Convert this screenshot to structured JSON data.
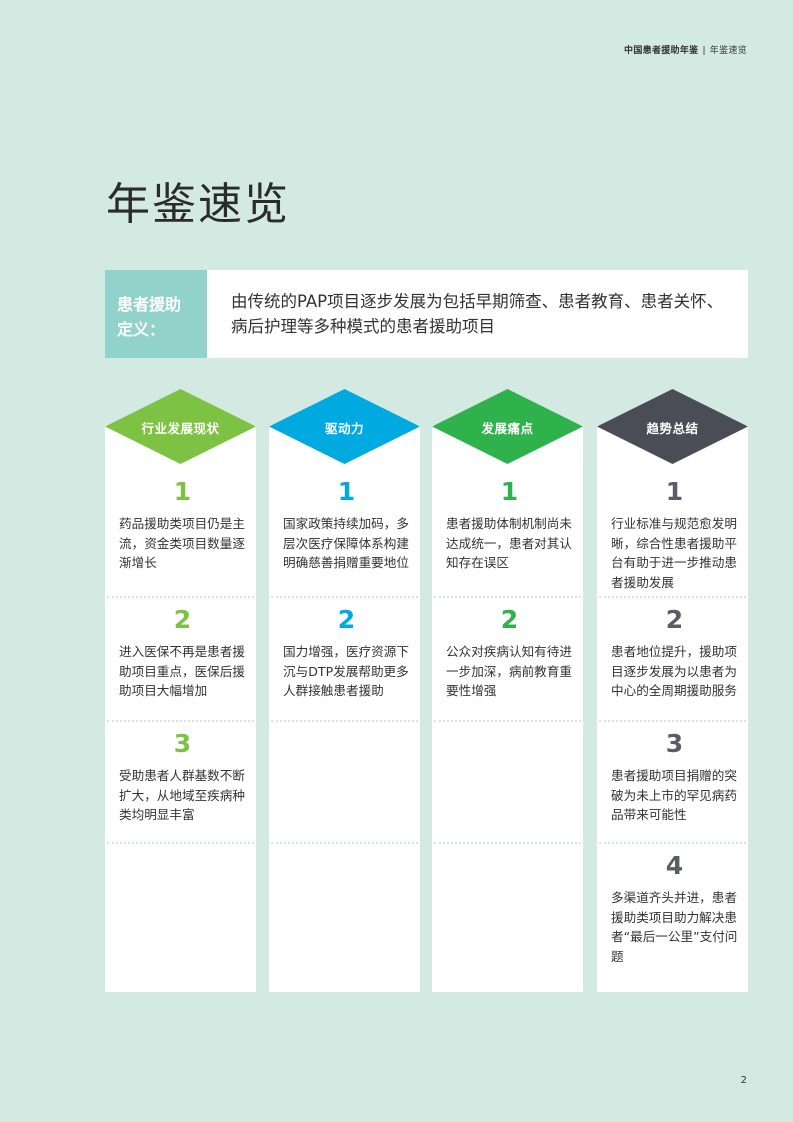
{
  "header": {
    "publication": "中国患者援助年鉴",
    "separator": "|",
    "section": "年鉴速览"
  },
  "page_title": "年鉴速览",
  "definition": {
    "label_line1": "患者援助",
    "label_line2": "定义：",
    "text": "由传统的PAP项目逐步发展为包括早期筛查、患者教育、患者关怀、病后护理等多种模式的患者援助项目"
  },
  "columns": [
    {
      "title": "行业发展现状",
      "color": "#7dc242",
      "items": [
        {
          "num": "1",
          "text": "药品援助类项目仍是主流，资金类项目数量逐渐增长"
        },
        {
          "num": "2",
          "text": "进入医保不再是患者援助项目重点，医保后援助项目大幅增加"
        },
        {
          "num": "3",
          "text": "受助患者人群基数不断扩大，从地域至疾病种类均明显丰富"
        }
      ]
    },
    {
      "title": "驱动力",
      "color": "#00a9e0",
      "items": [
        {
          "num": "1",
          "text": "国家政策持续加码，多层次医疗保障体系构建明确慈善捐赠重要地位"
        },
        {
          "num": "2",
          "text": "国力增强，医疗资源下沉与DTP发展帮助更多人群接触患者援助"
        }
      ]
    },
    {
      "title": "发展痛点",
      "color": "#2fb24c",
      "items": [
        {
          "num": "1",
          "text": "患者援助体制机制尚未达成统一，患者对其认知存在误区"
        },
        {
          "num": "2",
          "text": "公众对疾病认知有待进一步加深，病前教育重要性增强"
        }
      ]
    },
    {
      "title": "趋势总结",
      "color": "#4a4d55",
      "items": [
        {
          "num": "1",
          "text": "行业标准与规范愈发明晰，综合性患者援助平台有助于进一步推动患者援助发展"
        },
        {
          "num": "2",
          "text": "患者地位提升，援助项目逐步发展为以患者为中心的全周期援助服务"
        },
        {
          "num": "3",
          "text": "患者援助项目捐赠的突破为未上市的罕见病药品带来可能性"
        },
        {
          "num": "4",
          "text": "多渠道齐头并进，患者援助类项目助力解决患者“最后一公里”支付问题"
        }
      ]
    }
  ],
  "colors": {
    "background": "#d3eae2",
    "definition_label_bg": "#91d2cb",
    "card_bg": "#ffffff"
  },
  "page_number": "2"
}
